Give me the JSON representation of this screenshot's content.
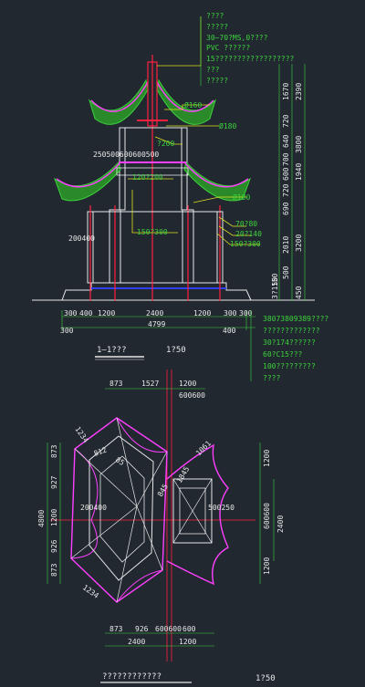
{
  "notes": [
    "????",
    "?????",
    "30~70?MS,0????",
    "PVC ??????",
    "15??????????????????",
    "???",
    "?????"
  ],
  "section_labels": {
    "s160": "Ø160",
    "s180a": "Ø180",
    "s200": "?200",
    "s180b": "Ø180",
    "b1": "120?200",
    "b2": "150?300",
    "r70": "70?80",
    "r20": "20?140",
    "r150": "150?300"
  },
  "section_dims_top": "250500600600500",
  "section_left_dims": "200400",
  "section_right_v": [
    "1670",
    "2390",
    "720",
    "3800",
    "640",
    "1940",
    "700",
    "600",
    "720",
    "690",
    "2010",
    "3200",
    "500",
    "150",
    "450",
    "3?150"
  ],
  "section_bottom_dims": [
    "300",
    "400",
    "1200",
    "2400",
    "1200",
    "300",
    "300"
  ],
  "section_bottom_total": [
    "300",
    "4799",
    "400"
  ],
  "section_title": "1—1???",
  "section_scale": "1?50",
  "notes2": [
    "38073809389????",
    "?????????????",
    "30?174??????",
    "60?C15???",
    "100?????????",
    "????"
  ],
  "plan_top": [
    "873",
    "1527",
    "1200",
    "600600"
  ],
  "plan_left_v": [
    "873",
    "927",
    "1200",
    "926",
    "873"
  ],
  "plan_left_total": "4800",
  "plan_right_v": [
    "1200",
    "600600",
    "1200"
  ],
  "plan_right_total": "2400",
  "plan_inner": [
    "1234",
    "812",
    "1234",
    "85",
    "845",
    "1845",
    "1061",
    "200400",
    "500250"
  ],
  "plan_bottom": [
    "873",
    "926",
    "600600",
    "600"
  ],
  "plan_bottom_total": [
    "2400",
    "1200"
  ],
  "plan_title": "????????????",
  "plan_scale": "1?50",
  "colors": {
    "bg": "#212830",
    "line": "#e8e8e8",
    "dim": "#3cd23c",
    "roof": "#ff40ff",
    "beam": "#ff2040",
    "leader": "#e0e020",
    "ground": "#3040ff"
  }
}
